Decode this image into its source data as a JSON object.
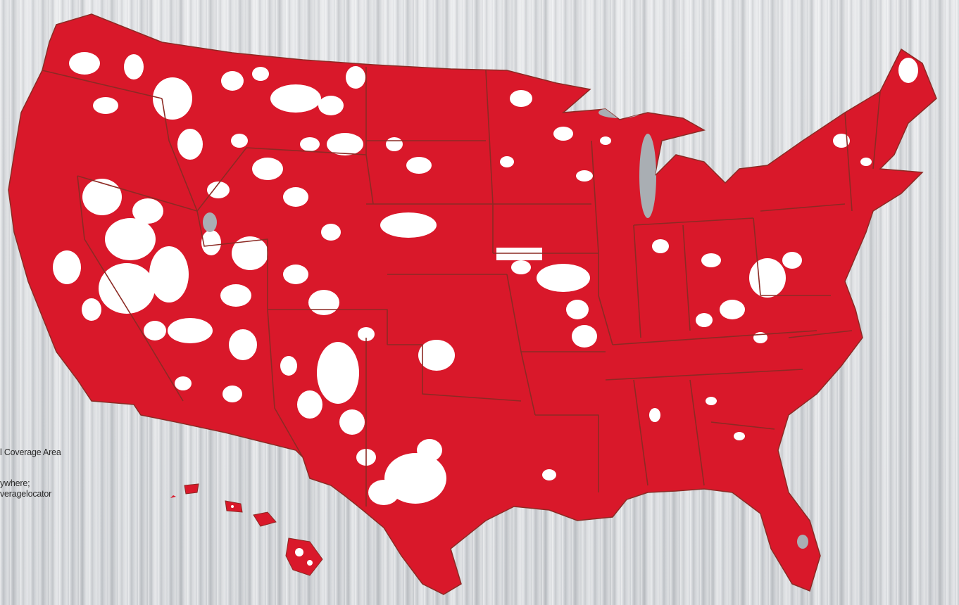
{
  "legend": {
    "line1": "l Coverage Area",
    "line2": "ywhere;",
    "line3": "veragelocator"
  },
  "colors": {
    "coverage": "#d9182a",
    "land": "#ffffff",
    "border": "#8c2a24",
    "water": "#a9aeb3"
  }
}
